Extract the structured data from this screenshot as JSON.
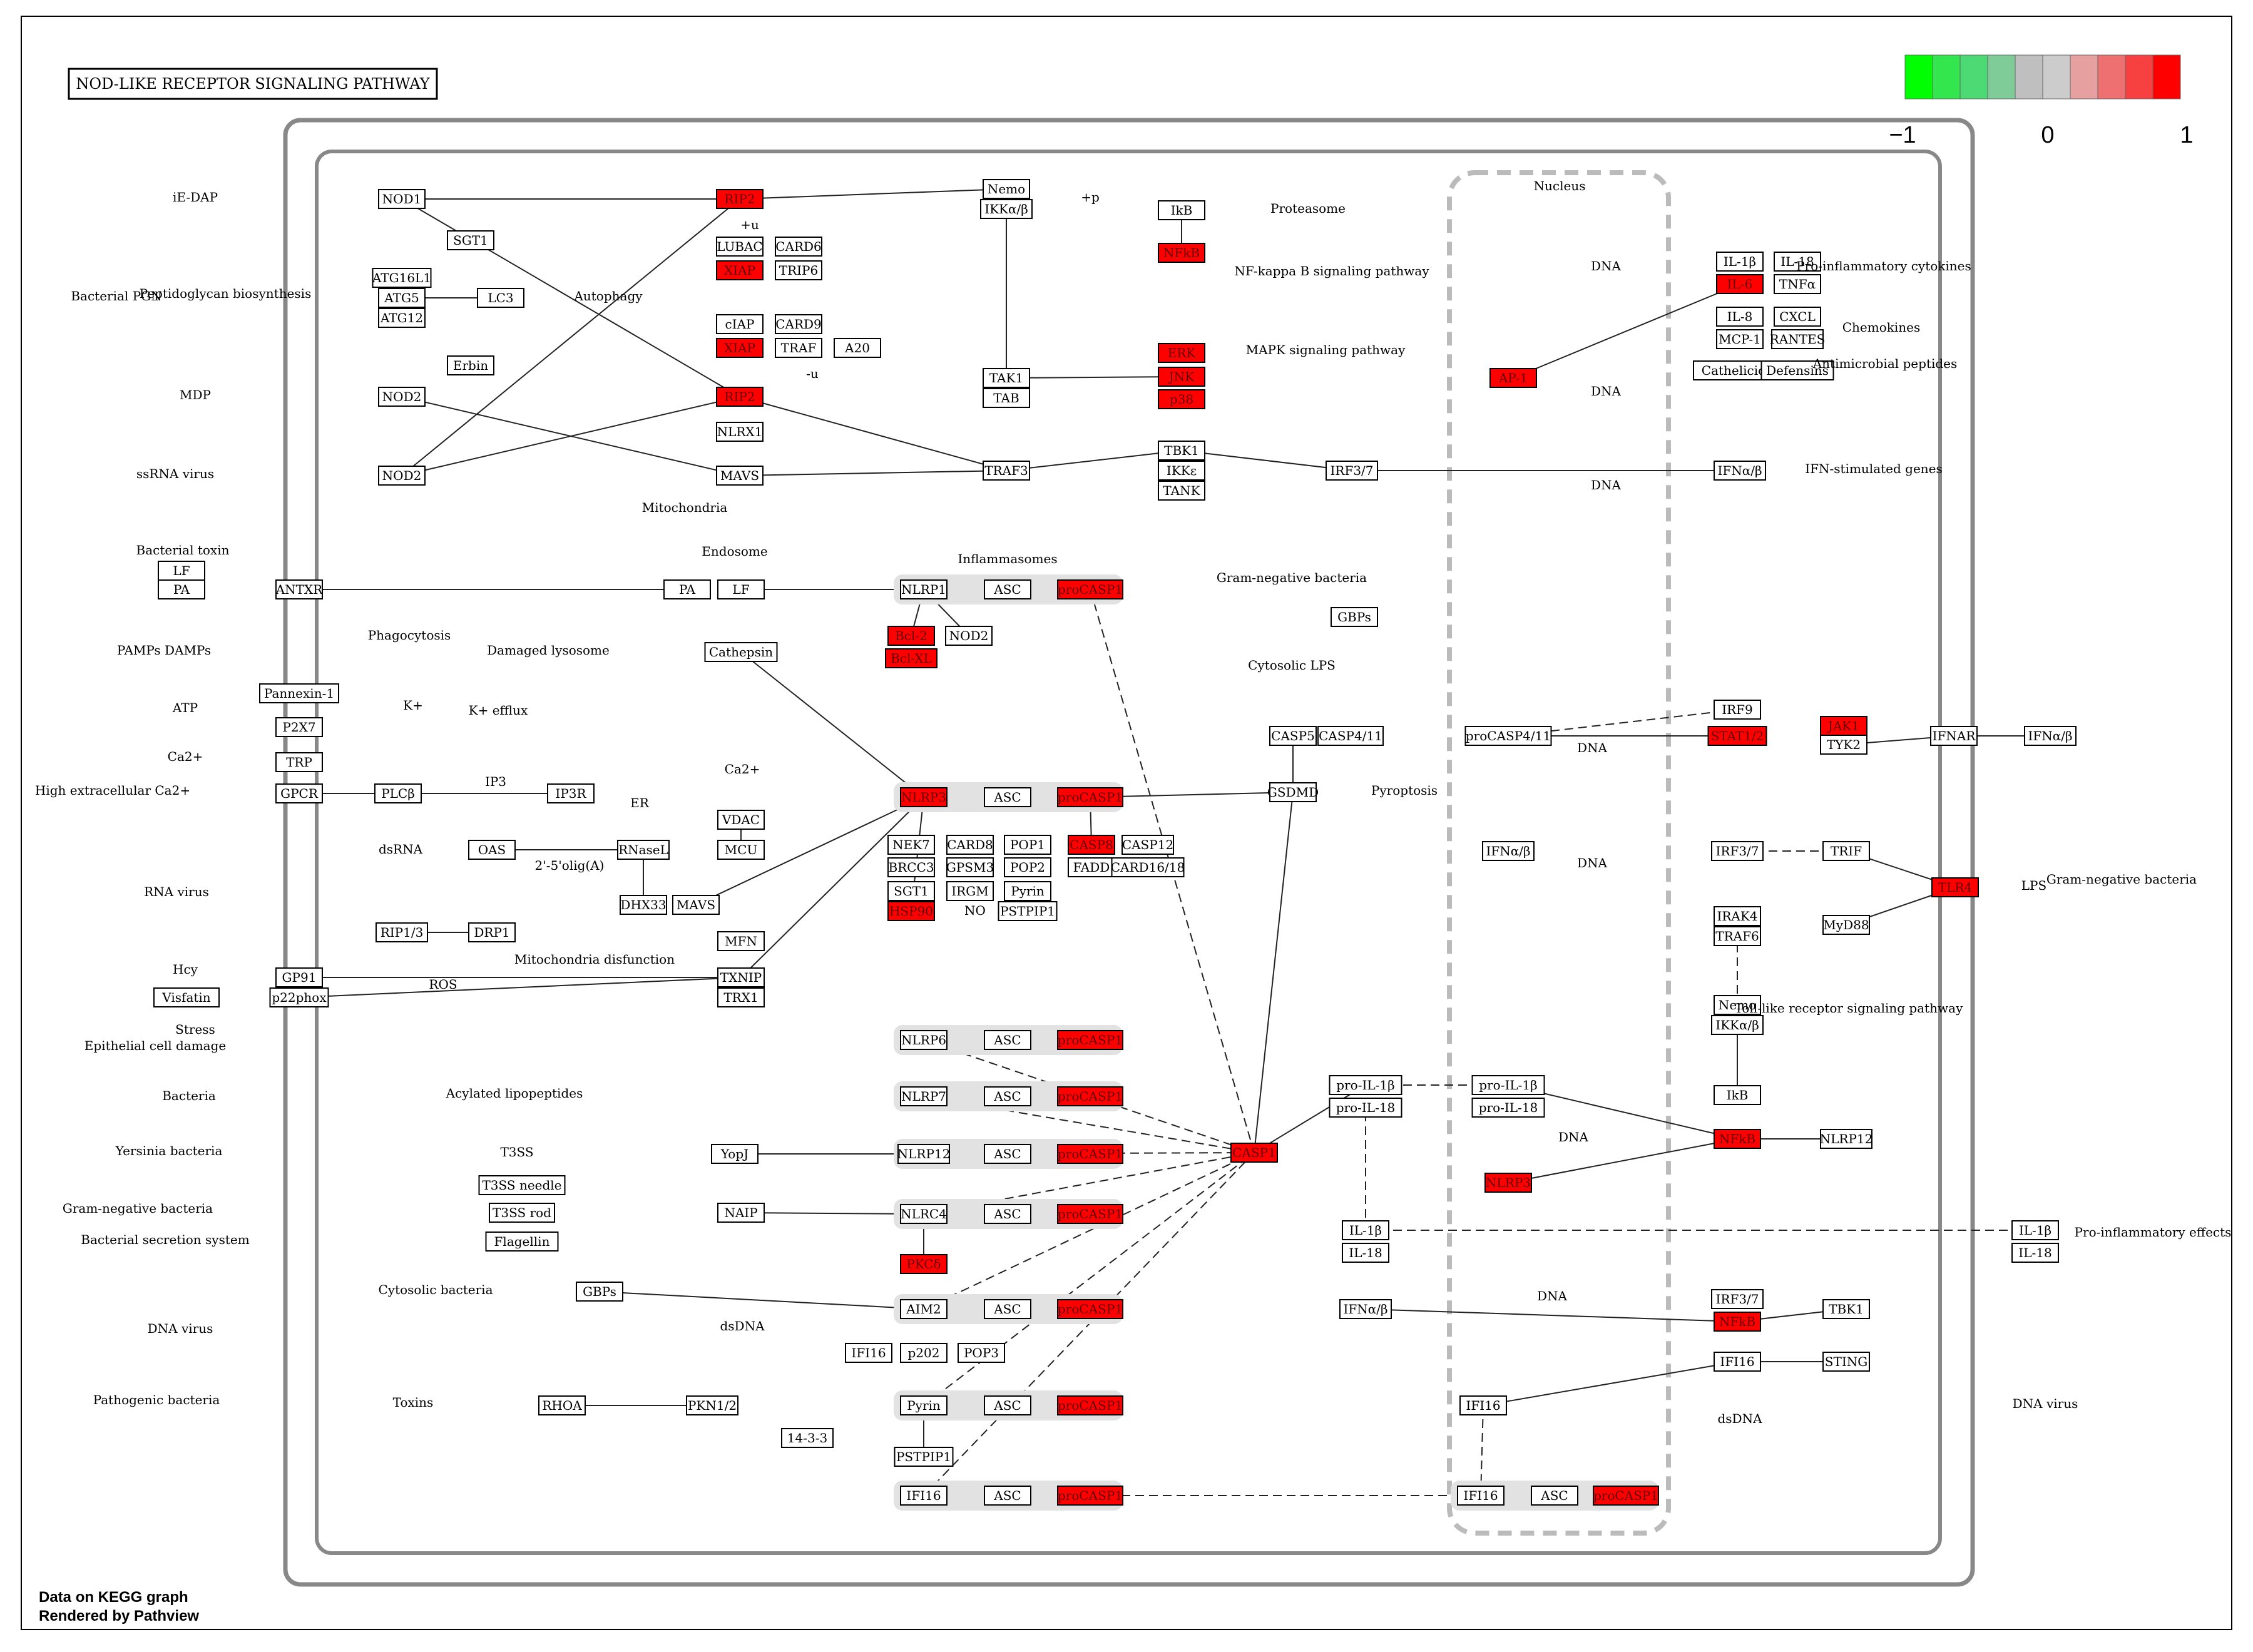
{
  "title": "NOD-LIKE RECEPTOR SIGNALING PATHWAY",
  "scale": {
    "colors": [
      "#00ff00",
      "#33e64d",
      "#4dd973",
      "#80cc99",
      "#bfbfbf",
      "#cccccc",
      "#e6a0a0",
      "#ee7070",
      "#f74040",
      "#ff0000"
    ],
    "min_label": "−1",
    "mid_label": "0",
    "max_label": "1"
  },
  "credits": [
    "Data on KEGG graph",
    "Rendered by Pathview"
  ],
  "highlight_color": "#ff0000",
  "labels": {
    "ie_dap": "iE-DAP",
    "bacterial_pgn": "Bacterial PGN",
    "mdp": "MDP",
    "peptidoglycan": "Peptidoglycan biosynthesis",
    "autophagy": "Autophagy",
    "ssrna": "ssRNA virus",
    "mitochondria": "Mitochondria",
    "proteasome": "Proteasome",
    "nfkb_pathway": "NF-kappa B signaling pathway",
    "mapk_pathway": "MAPK signaling pathway",
    "nucleus": "Nucleus",
    "dna1": "DNA",
    "dna2": "DNA",
    "dna3": "DNA",
    "pro_inflammatory": "Pro-inflammatory cytokines",
    "chemokines": "Chemokines",
    "antimicrobial": "Antimicrobial peptides",
    "ifn_stimulated": "IFN-stimulated genes",
    "bacterial_toxin": "Bacterial toxin",
    "endosome": "Endosome",
    "inflammasomes": "Inflammasomes",
    "phagocytosis": "Phagocytosis",
    "pamps": "PAMPs DAMPs",
    "damaged_lysosome": "Damaged lysosome",
    "k_efflux": "K+ efflux",
    "atp": "ATP",
    "kplus": "K+",
    "ca": "Ca2+",
    "high_ca": "High extracellular Ca2+",
    "ip3": "IP3",
    "ca2": "Ca2+",
    "er": "ER",
    "rna_virus": "RNA virus",
    "dsrna": "dsRNA",
    "oligo": "2'-5'olig(A)",
    "hcy": "Hcy",
    "ros": "ROS",
    "mito_dysfunction": "Mitochondria disfunction",
    "stress": "Stress",
    "epithelial": "Epithelial cell damage",
    "bacteria": "Bacteria",
    "acylated": "Acylated lipopeptides",
    "yersinia": "Yersinia bacteria",
    "t3ss": "T3SS",
    "gram_neg": "Gram-negative bacteria",
    "bacterial_secretion": "Bacterial secretion system",
    "cytosolic_bacteria": "Cytosolic bacteria",
    "dna_virus": "DNA virus",
    "dsdna": "dsDNA",
    "pathogenic": "Pathogenic bacteria",
    "toxins": "Toxins",
    "gram_neg_bacteria_top": "Gram-negative bacteria",
    "cytosolic_lps": "Cytosolic LPS",
    "pyroptosis": "Pyroptosis",
    "dna4": "DNA",
    "dna5": "DNA",
    "lps": "LPS",
    "gram_neg_right": "Gram-negative bacteria",
    "tlr_pathway": "Toll-like receptor signaling pathway",
    "dna6": "DNA",
    "pro_inflammatory_effects": "Pro-inflammatory effects",
    "dna7": "DNA",
    "dsdna2": "dsDNA",
    "dna_virus_right": "DNA virus",
    "no": "NO",
    "plus_u": "+u",
    "minus_u": "-u",
    "plus_p": "+p"
  },
  "genes": {
    "NOD1": "NOD1",
    "SGT1": "SGT1",
    "ATG16L1": "ATG16L1",
    "ATG5": "ATG5",
    "ATG12": "ATG12",
    "LC3": "LC3",
    "Erbin": "Erbin",
    "NOD2a": "NOD2",
    "NOD2b": "NOD2",
    "RIP2a": "RIP2",
    "LUBAC": "LUBAC",
    "CARD6": "CARD6",
    "XIAPa": "XIAP",
    "TRIP6": "TRIP6",
    "cIAP": "cIAP",
    "CARD9": "CARD9",
    "XIAPb": "XIAP",
    "TRAF": "TRAF",
    "A20": "A20",
    "RIP2b": "RIP2",
    "NLRX1": "NLRX1",
    "MAVS": "MAVS",
    "Nemo": "Nemo",
    "IKKab": "IKKα/β",
    "IkB": "IkB",
    "NFkB": "NFkB",
    "TAK1": "TAK1",
    "TAB": "TAB",
    "TRAF3": "TRAF3",
    "ERK": "ERK",
    "JNK": "JNK",
    "p38": "p38",
    "AP1": "AP-1",
    "TBK1": "TBK1",
    "IKKe": "IKKε",
    "TANK": "TANK",
    "IRF37a": "IRF3/7",
    "IL1b": "IL-1β",
    "IL18": "IL-18",
    "IL6": "IL-6",
    "TNFa": "TNFα",
    "IL8": "IL-8",
    "CXCL": "CXCL",
    "MCP1": "MCP-1",
    "RANTES": "RANTES",
    "Cathelicidin": "Cathelicidin",
    "Defensins": "Defensins",
    "IFNaba": "IFNα/β",
    "LF": "LF",
    "PA": "PA",
    "ANTXR": "ANTXR",
    "PAe": "PA",
    "LFe": "LF",
    "NLRP1": "NLRP1",
    "ASC1": "ASC",
    "proCASP1a": "proCASP1",
    "Bcl2": "Bcl-2",
    "NOD2c": "NOD2",
    "BclXL": "Bcl-XL",
    "Pannexin1": "Pannexin-1",
    "P2X7": "P2X7",
    "TRP": "TRP",
    "GPCR": "GPCR",
    "PLCb": "PLCβ",
    "IP3R": "IP3R",
    "Cathepsin": "Cathepsin",
    "VDAC": "VDAC",
    "MCU": "MCU",
    "MFN": "MFN",
    "OAS": "OAS",
    "RNaseL": "RNaseL",
    "DHX33": "DHX33",
    "MAVS2": "MAVS",
    "RIP13": "RIP1/3",
    "DRP1": "DRP1",
    "GP91": "GP91",
    "p22phox": "p22phox",
    "Visfatin": "Visfatin",
    "TXNIP": "TXNIP",
    "TRX1": "TRX1",
    "NLRP3": "NLRP3",
    "ASC2": "ASC",
    "proCASP1b": "proCASP1",
    "NEK7": "NEK7",
    "CARD8": "CARD8",
    "POP1": "POP1",
    "CASP8": "CASP8",
    "CASP12": "CASP12",
    "BRCC3": "BRCC3",
    "GPSM3": "GPSM3",
    "POP2": "POP2",
    "FADD": "FADD",
    "CARD16": "CARD16/18",
    "SGT1b": "SGT1",
    "IRGM": "IRGM",
    "Pyrin": "Pyrin",
    "HSP90": "HSP90",
    "PSTPIP1": "PSTPIP1",
    "NLRP6": "NLRP6",
    "ASC3": "ASC",
    "proCASP1c": "proCASP1",
    "NLRP7": "NLRP7",
    "ASC4": "ASC",
    "proCASP1d": "proCASP1",
    "YopJ": "YopJ",
    "NLRP12": "NLRP12",
    "ASC5": "ASC",
    "proCASP1e": "proCASP1",
    "T3SSneedle": "T3SS needle",
    "T3SSrod": "T3SS rod",
    "Flagellin": "Flagellin",
    "NAIP": "NAIP",
    "NLRC4": "NLRC4",
    "ASC6": "ASC",
    "proCASP1f": "proCASP1",
    "PKCd": "PKCδ",
    "GBPs": "GBPs",
    "AIM2": "AIM2",
    "ASC7": "ASC",
    "proCASP1g": "proCASP1",
    "IFI16a": "IFI16",
    "p202": "p202",
    "POP3": "POP3",
    "RHOA": "RHOA",
    "PKN12": "PKN1/2",
    "Pyrin2": "Pyrin",
    "ASC8": "ASC",
    "proCASP1h": "proCASP1",
    "p1433": "14-3-3",
    "PSTPIP1b": "PSTPIP1",
    "IFI16b": "IFI16",
    "ASC9": "ASC",
    "proCASP1i": "proCASP1",
    "CASP1": "CASP1",
    "GBPs2": "GBPs",
    "CASP5": "CASP5",
    "CASP411": "CASP4/11",
    "GSDMD": "GSDMD",
    "proCASP411": "proCASP4/11",
    "IRF9": "IRF9",
    "JAK1": "JAK1",
    "STAT12": "STAT1/2",
    "TYK2": "TYK2",
    "IFNAR": "IFNAR",
    "IFNabR": "IFNα/β",
    "IFNab2": "IFNα/β",
    "IRF37b": "IRF3/7",
    "TRIF": "TRIF",
    "TLR4": "TLR4",
    "IRAK4": "IRAK4",
    "TRAF6": "TRAF6",
    "MyD88": "MyD88",
    "Nemo2": "Nemo",
    "IKKab2": "IKKα/β",
    "IkB2": "IkB",
    "NFkB2": "NFkB",
    "NLRP12b": "NLRP12",
    "proIL1b": "pro-IL-1β",
    "proIL18": "pro-IL-18",
    "proIL1b2": "pro-IL-1β",
    "proIL18b": "pro-IL-18",
    "NLRP3b": "NLRP3",
    "IL1b2": "IL-1β",
    "IL18b": "IL-18",
    "IL1b3": "IL-1β",
    "IL18c": "IL-18",
    "IFNab3": "IFNα/β",
    "IRF37c": "IRF3/7",
    "NFkB3": "NFkB",
    "TBK1b": "TBK1",
    "IFI16c": "IFI16",
    "STING": "STING",
    "IFI16d": "IFI16",
    "IFI16e": "IFI16",
    "ASC10": "ASC",
    "proCASP1j": "proCASP1"
  },
  "highlighted": [
    "RIP2a",
    "XIAPa",
    "XIAPb",
    "RIP2b",
    "NFkB",
    "ERK",
    "JNK",
    "p38",
    "AP1",
    "IL6",
    "proCASP1a",
    "Bcl2",
    "BclXL",
    "NLRP3",
    "proCASP1b",
    "CASP8",
    "HSP90",
    "proCASP1c",
    "proCASP1d",
    "proCASP1e",
    "proCASP1f",
    "PKCd",
    "proCASP1g",
    "proCASP1h",
    "proCASP1i",
    "CASP1",
    "JAK1",
    "STAT12",
    "TLR4",
    "NFkB2",
    "NLRP3b",
    "NFkB3",
    "proCASP1j"
  ]
}
